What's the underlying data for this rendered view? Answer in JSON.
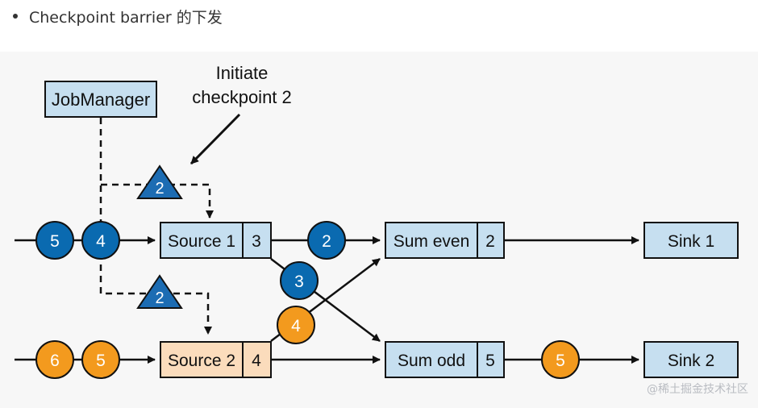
{
  "heading": {
    "text": "Checkpoint barrier 的下发"
  },
  "diagram": {
    "job_manager": "JobManager",
    "annotation_line1": "Initiate",
    "annotation_line2": "checkpoint 2",
    "barrier_top": "2",
    "barrier_bottom": "2",
    "source1": {
      "name": "Source 1",
      "value": "3"
    },
    "source2": {
      "name": "Source 2",
      "value": "4"
    },
    "sum_even": {
      "name": "Sum even",
      "value": "2"
    },
    "sum_odd": {
      "name": "Sum odd",
      "value": "5"
    },
    "sink1": "Sink 1",
    "sink2": "Sink 2",
    "records_top_input": [
      "5",
      "4"
    ],
    "records_bottom_input": [
      "6",
      "5"
    ],
    "record_source1_to_even": "2",
    "record_source1_to_odd": "3",
    "record_source2_to_even": "4",
    "record_odd_to_sink2": "5",
    "colors": {
      "blue_record": "#0a6ab0",
      "orange_record": "#f39a1e",
      "operator_blue": "#c6dff0",
      "operator_orange": "#fbdcbc",
      "barrier": "#1c6cb3"
    }
  },
  "watermark": "@稀土掘金技术社区"
}
